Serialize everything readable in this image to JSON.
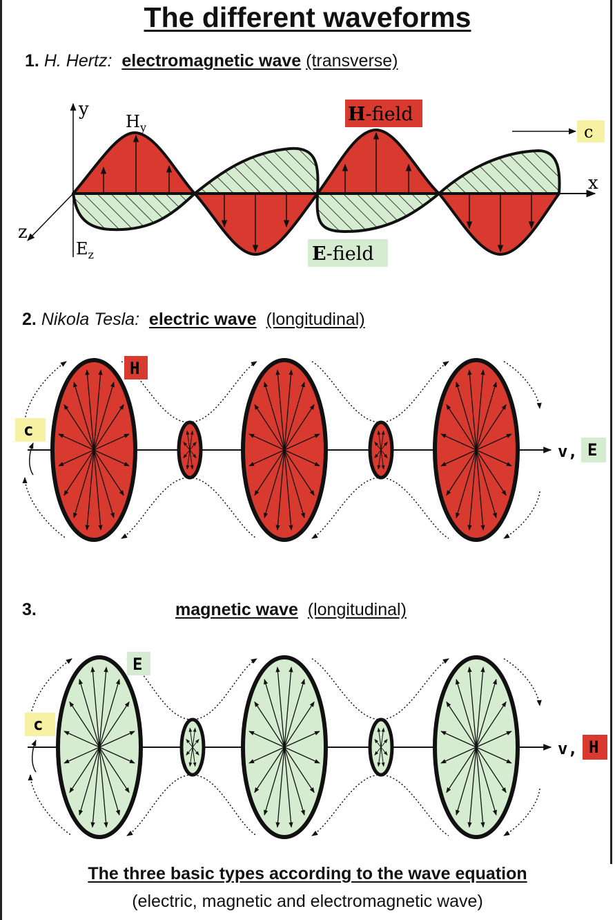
{
  "title": "The  different waveforms",
  "sections": [
    {
      "number": "1.",
      "author": "H. Hertz:",
      "wave": "electromagnetic wave",
      "type": "(transverse)"
    },
    {
      "number": "2.",
      "author": "Nikola Tesla:",
      "wave": "electric wave",
      "type": "(longitudinal)"
    },
    {
      "number": "3.",
      "author": "",
      "wave": "magnetic wave",
      "type": "(longitudinal)"
    }
  ],
  "diagram1": {
    "axis_y": "y",
    "axis_x": "x",
    "axis_z": "z",
    "label_hy": "H",
    "label_hy_sub": "y",
    "label_ez": "E",
    "label_ez_sub": "z",
    "h_field_bold": "H",
    "h_field_rest": "-field",
    "e_field_bold": "E",
    "e_field_rest": "-field",
    "c": "c"
  },
  "diagram2": {
    "field_label": "H",
    "c": "c",
    "v": "v,",
    "dir_label": "E"
  },
  "diagram3": {
    "field_label": "E",
    "c": "c",
    "v": "v,",
    "dir_label": "H"
  },
  "footer": {
    "line1": "The three basic types according to the wave equation",
    "line2": "(electric, magnetic and electromagnetic wave)"
  },
  "colors": {
    "red": "#d93a2f",
    "green": "#d6ecd0",
    "yellow": "#f7f2a3",
    "outline": "#111111"
  }
}
